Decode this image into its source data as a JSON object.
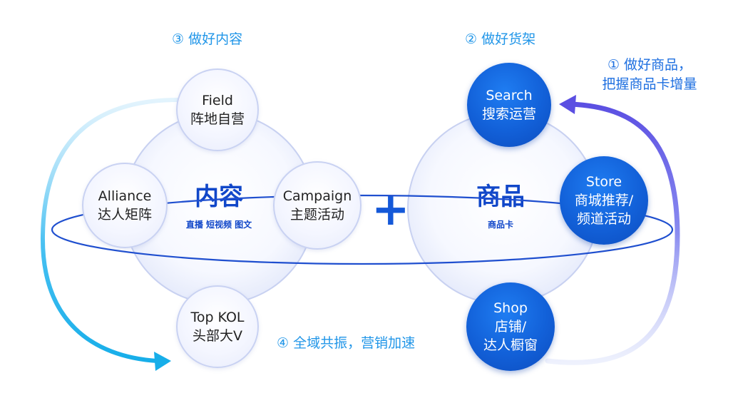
{
  "steps": {
    "content": "③ 做好内容",
    "shelf": "② 做好货架",
    "product_line1": "① 做好商品，",
    "product_line2": "把握商品卡增量",
    "resonance": "④ 全域共振，营销加速"
  },
  "content_hub": {
    "title": "内容",
    "subtitle": "直播 短视频 图文"
  },
  "plus": "+",
  "product_hub": {
    "title": "商品",
    "subtitle": "商品卡"
  },
  "content_nodes": {
    "field": {
      "line1": "Field",
      "line2": "阵地自营"
    },
    "alliance": {
      "line1": "Alliance",
      "line2": "达人矩阵"
    },
    "campaign": {
      "line1": "Campaign",
      "line2": "主题活动"
    },
    "topkol": {
      "line1": "Top KOL",
      "line2": "头部大V"
    }
  },
  "product_nodes": {
    "search": {
      "line1": "Search",
      "line2": "搜索运营"
    },
    "store": {
      "line1": "Store",
      "line2": "商城推荐/",
      "line3": "频道活动"
    },
    "shop": {
      "line1": "Shop",
      "line2": "店铺/",
      "line3": "达人橱窗"
    }
  },
  "colors": {
    "dark_blue": "#1260d8",
    "title_blue": "#1147c9",
    "label_blue": "#2196e8",
    "orbit_blue": "#1f4fcf",
    "arrow_purple": "#6b5be6",
    "arrow_cyan": "#1fb6f0"
  }
}
